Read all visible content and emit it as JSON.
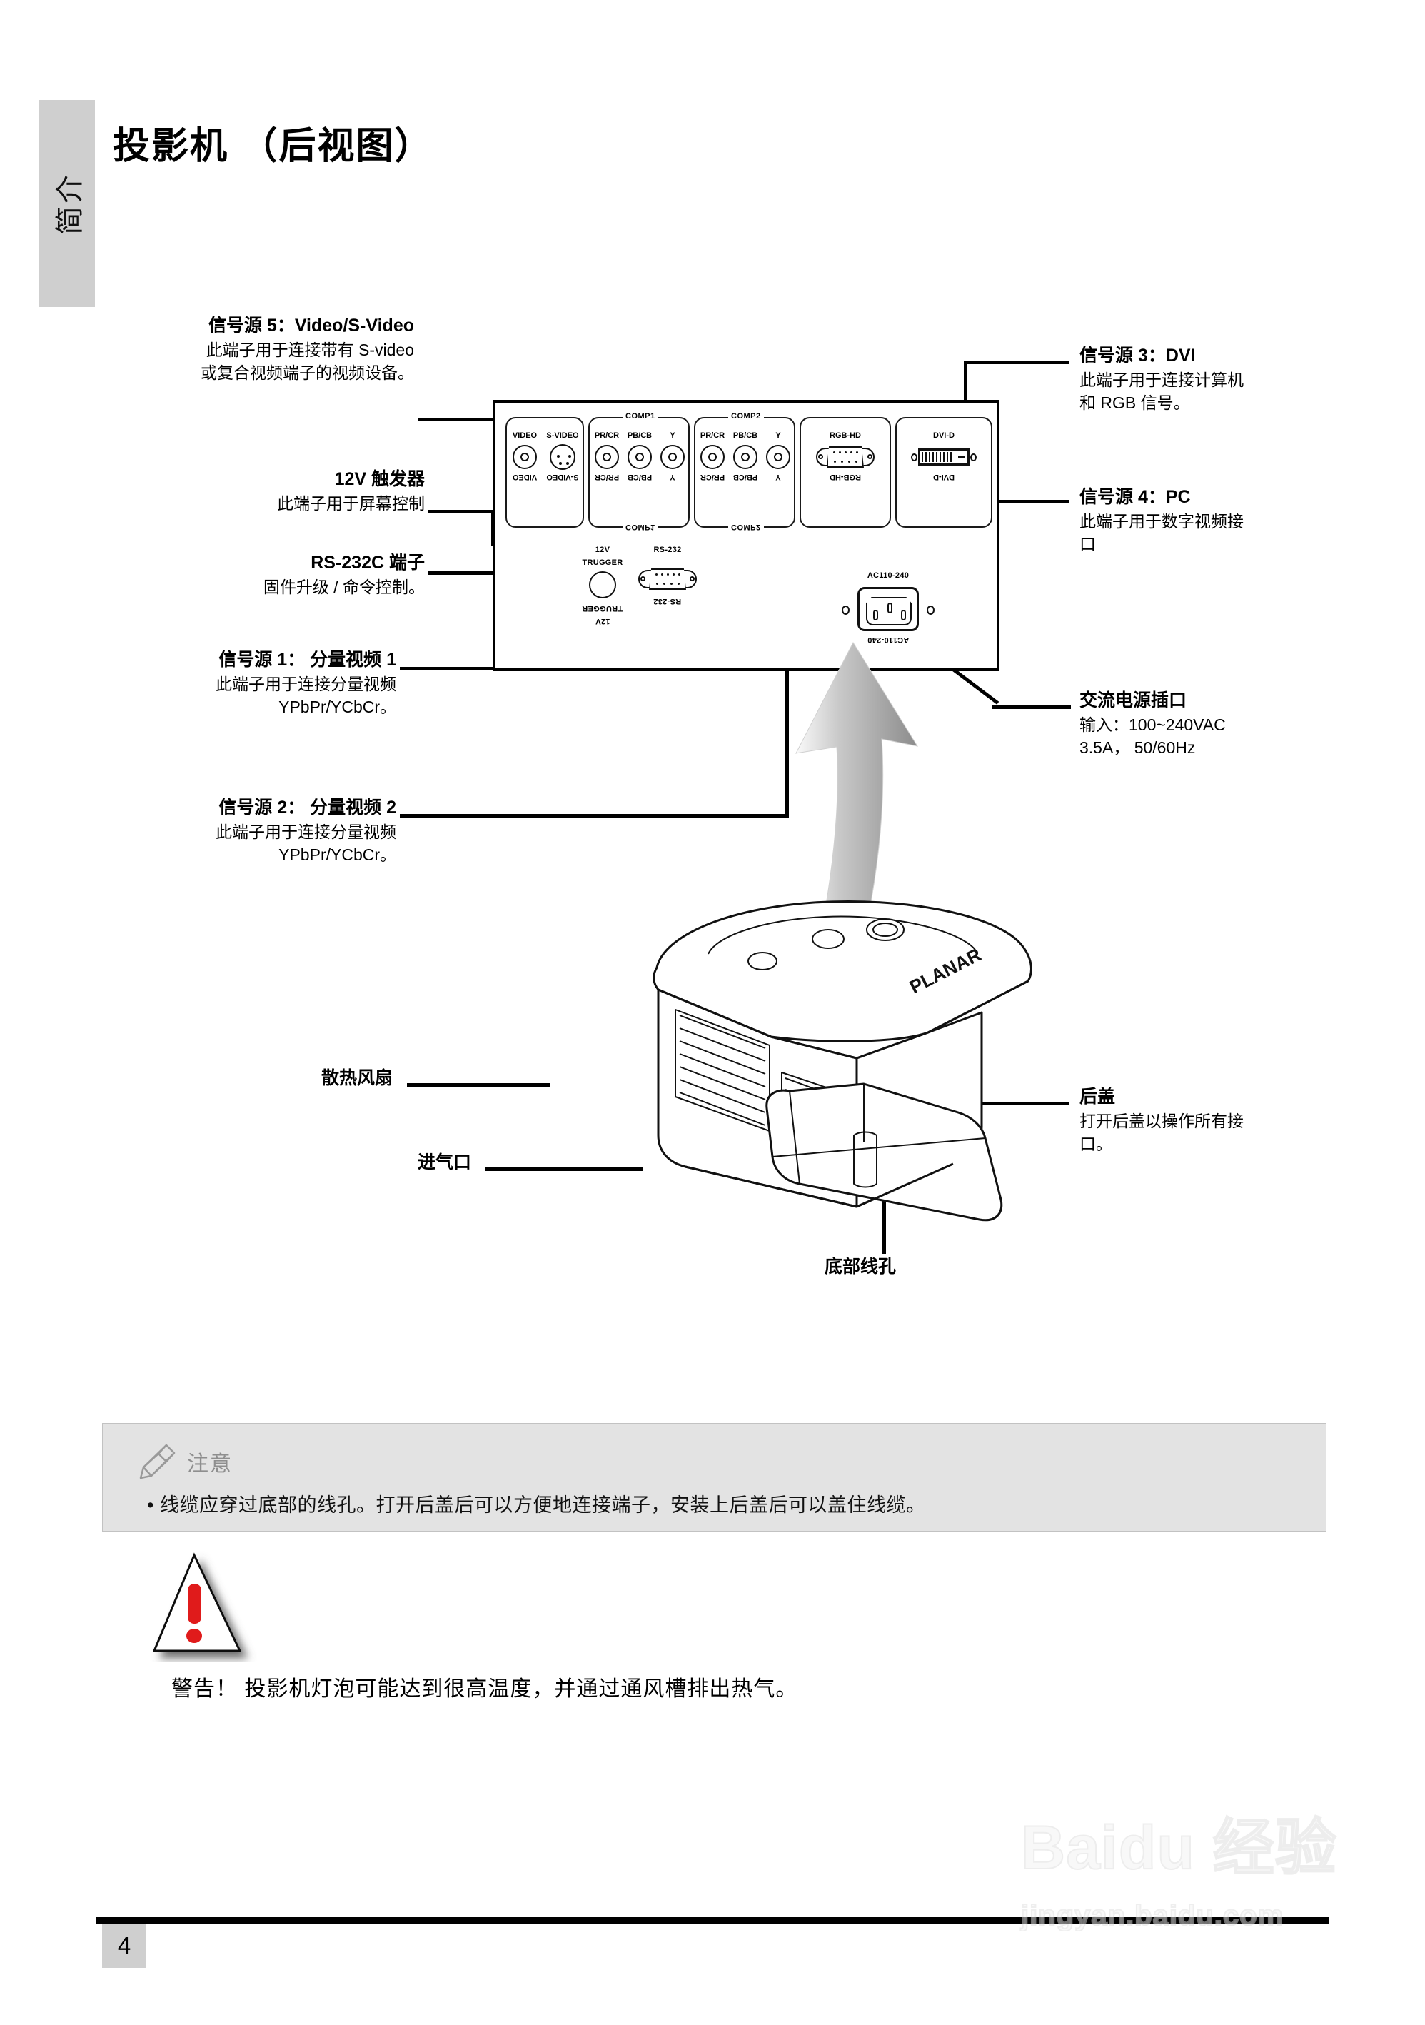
{
  "document": {
    "side_tab_label": "简介",
    "page_title": "投影机 （后视图）",
    "page_number": "4"
  },
  "callouts": {
    "source5": {
      "title": "信号源 5：Video/S-Video",
      "desc_line1": "此端子用于连接带有 S-video",
      "desc_line2": "或复合视频端子的视频设备。"
    },
    "trigger12v": {
      "title": "12V 触发器",
      "desc_line1": "此端子用于屏幕控制"
    },
    "rs232c": {
      "title": "RS-232C 端子",
      "desc_line1": "固件升级 / 命令控制。"
    },
    "source1": {
      "title": "信号源 1： 分量视频 1",
      "desc_line1": "此端子用于连接分量视频",
      "desc_line2": "YPbPr/YCbCr。"
    },
    "source2": {
      "title": "信号源 2： 分量视频 2",
      "desc_line1": "此端子用于连接分量视频",
      "desc_line2": "YPbPr/YCbCr。"
    },
    "source3": {
      "title": "信号源 3：DVI",
      "desc_line1": "此端子用于连接计算机",
      "desc_line2": "和 RGB 信号。"
    },
    "source4": {
      "title": "信号源 4：PC",
      "desc_line1": "此端子用于数字视频接",
      "desc_line2": "口"
    },
    "ac_power": {
      "title": "交流电源插口",
      "desc_line1": "输入：100~240VAC",
      "desc_line2": "3.5A， 50/60Hz"
    },
    "cooling_fan": {
      "title": "散热风扇"
    },
    "air_intake": {
      "title": "进气口"
    },
    "rear_cover": {
      "title": "后盖",
      "desc_line1": "打开后盖以操作所有接",
      "desc_line2": "口。"
    },
    "bottom_cable_hole": {
      "title": "底部线孔"
    }
  },
  "panel": {
    "groups": [
      {
        "name": "COMP1"
      },
      {
        "name": "COMP2"
      }
    ],
    "jacks": [
      {
        "label": "VIDEO",
        "type": "rca"
      },
      {
        "label": "S-VIDEO",
        "type": "svideo"
      },
      {
        "label": "PR/CR",
        "type": "rca"
      },
      {
        "label": "PB/CB",
        "type": "rca"
      },
      {
        "label": "Y",
        "type": "rca"
      },
      {
        "label": "PR/CR",
        "type": "rca"
      },
      {
        "label": "PB/CB",
        "type": "rca"
      },
      {
        "label": "Y",
        "type": "rca"
      },
      {
        "label": "RGB-HD",
        "type": "dsub"
      },
      {
        "label": "DVI-D",
        "type": "dvi"
      }
    ],
    "trigger_label_line1": "12V",
    "trigger_label_line2": "TRUGGER",
    "rs232_label": "RS-232",
    "ac_label": "AC110-240"
  },
  "projector": {
    "brand": "PLANAR"
  },
  "note": {
    "icon": "pencil-icon",
    "title": "注意",
    "bullet": "• 线缆应穿过底部的线孔。打开后盖后可以方便地连接端子，安装上后盖后可以盖住线缆。"
  },
  "warning": {
    "icon": "warning-triangle-icon",
    "text": "警告！  投影机灯泡可能达到很高温度，并通过通风槽排出热气。",
    "accent_color": "#e01b1b"
  },
  "watermark": {
    "main": "Baidu 经验",
    "sub": "jingyan.baidu.com"
  }
}
